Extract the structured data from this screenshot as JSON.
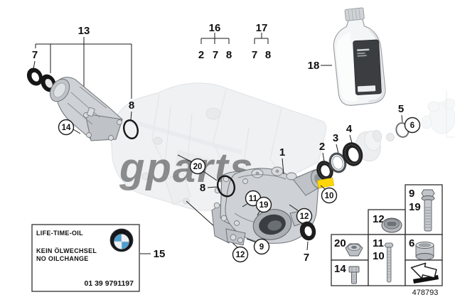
{
  "watermark": "gparts",
  "footer": {
    "part_number": "478793"
  },
  "colors": {
    "highlight_yellow": "#FFD608",
    "bmw_blue": "#4E9ECF"
  },
  "callouts": {
    "n13": "13",
    "n7_left": "7",
    "n8_left": "8",
    "n14": "14",
    "n16": "16",
    "n16_a": "2",
    "n16_b": "7",
    "n16_c": "8",
    "n17": "17",
    "n17_a": "7",
    "n17_b": "8",
    "n18": "18",
    "n1": "1",
    "n2": "2",
    "n3": "3",
    "n4": "4",
    "n5": "5",
    "n6": "6",
    "n20": "20",
    "n8_mid": "8",
    "n11": "11",
    "n19": "19",
    "n10": "10",
    "n12_right": "12",
    "n12_left": "12",
    "n9": "9",
    "n7_bottom": "7",
    "n15": "15"
  },
  "legend": {
    "bolt_flanged_a": "9",
    "bolt_flanged_b": "19",
    "drain_plug": "12",
    "nut": "20",
    "bolt_hex": "14",
    "stud_a": "11",
    "stud_b": "10",
    "sleeve": "6"
  },
  "info_box": {
    "title": "LIFE-TIME-OIL",
    "line_de": "KEIN ÖLWECHSEL",
    "line_en": "NO OILCHANGE",
    "code": "01 39 9791197",
    "logo": "BMW",
    "callout": "15"
  }
}
